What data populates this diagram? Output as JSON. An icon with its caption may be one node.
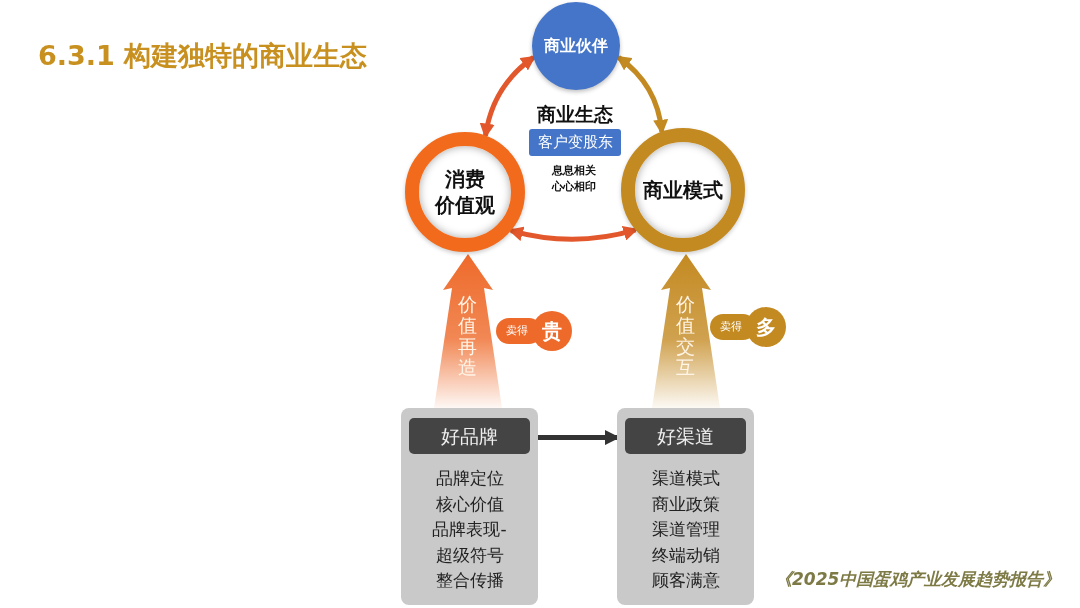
{
  "diagram": {
    "title": "6.3.1 构建独特的商业生态",
    "caption": "《2025中国蛋鸡产业发展趋势报告》",
    "nodes": [
      {
        "text": [
          "商业伙伴"
        ]
      },
      {
        "text": [
          "消费",
          "价值观"
        ]
      },
      {
        "text": [
          "商业模式"
        ]
      },
      {
        "text": [
          "好品牌",
          "品牌定位",
          "核心价值",
          "品牌表现-",
          "超级符号",
          "整合传播"
        ]
      },
      {
        "text": [
          "好渠道",
          "渠道模式",
          "商业政策",
          "渠道管理",
          "终端动销",
          "顾客满意"
        ]
      },
      {
        "text": [
          "卖得",
          "贵"
        ]
      },
      {
        "text": [
          "卖得",
          "多"
        ]
      }
    ],
    "edges": [
      {
        "from": 0,
        "to": 1,
        "arrow": "both",
        "color": "#e2572b"
      },
      {
        "from": 0,
        "to": 2,
        "arrow": "both",
        "color": "#c48a22"
      },
      {
        "from": 1,
        "to": 2,
        "arrow": "both",
        "color": "#e2572b"
      },
      {
        "from": 3,
        "to": 4,
        "arrow": "to",
        "color": "#333333"
      },
      {
        "from": 3,
        "to": 1,
        "arrow": "to",
        "label": "价值再造",
        "style": "thick",
        "color": "#ee6a2a"
      },
      {
        "from": 4,
        "to": 2,
        "arrow": "to",
        "label": "价值交互",
        "style": "thick",
        "color": "#c48a22"
      }
    ],
    "labels": [
      "商业生态",
      "客户变股东",
      "息息相关心心相印"
    ]
  }
}
